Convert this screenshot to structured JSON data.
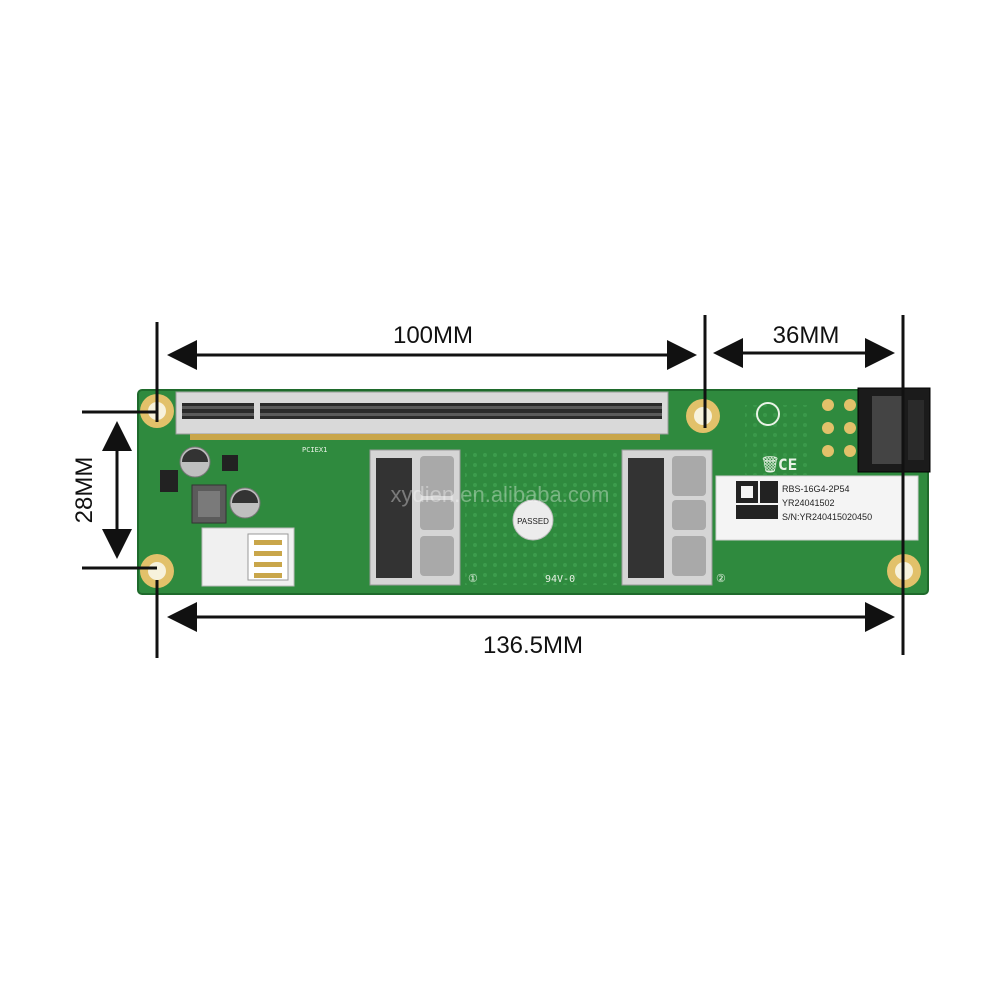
{
  "dimensions": {
    "top_left": "100MM",
    "top_right": "36MM",
    "left": "28MM",
    "bottom": "136.5MM"
  },
  "board": {
    "label_model": "RBS-16G4-2P54",
    "label_line2": "YR24041502",
    "label_sn": "S/N:YR240415020450",
    "passed_sticker": "PASSED",
    "flammability": "94V-0",
    "port_1": "①",
    "port_2": "②",
    "watermark": "xydien.en.alibaba.com",
    "slot_name": "PCIEX1"
  },
  "colors": {
    "pcb": "#2f8a3e",
    "pcb_dark": "#1f6a2c",
    "pad_gold": "#e2c16a",
    "connector": "#1b1b1b",
    "label_bg": "#f4f4f4"
  }
}
